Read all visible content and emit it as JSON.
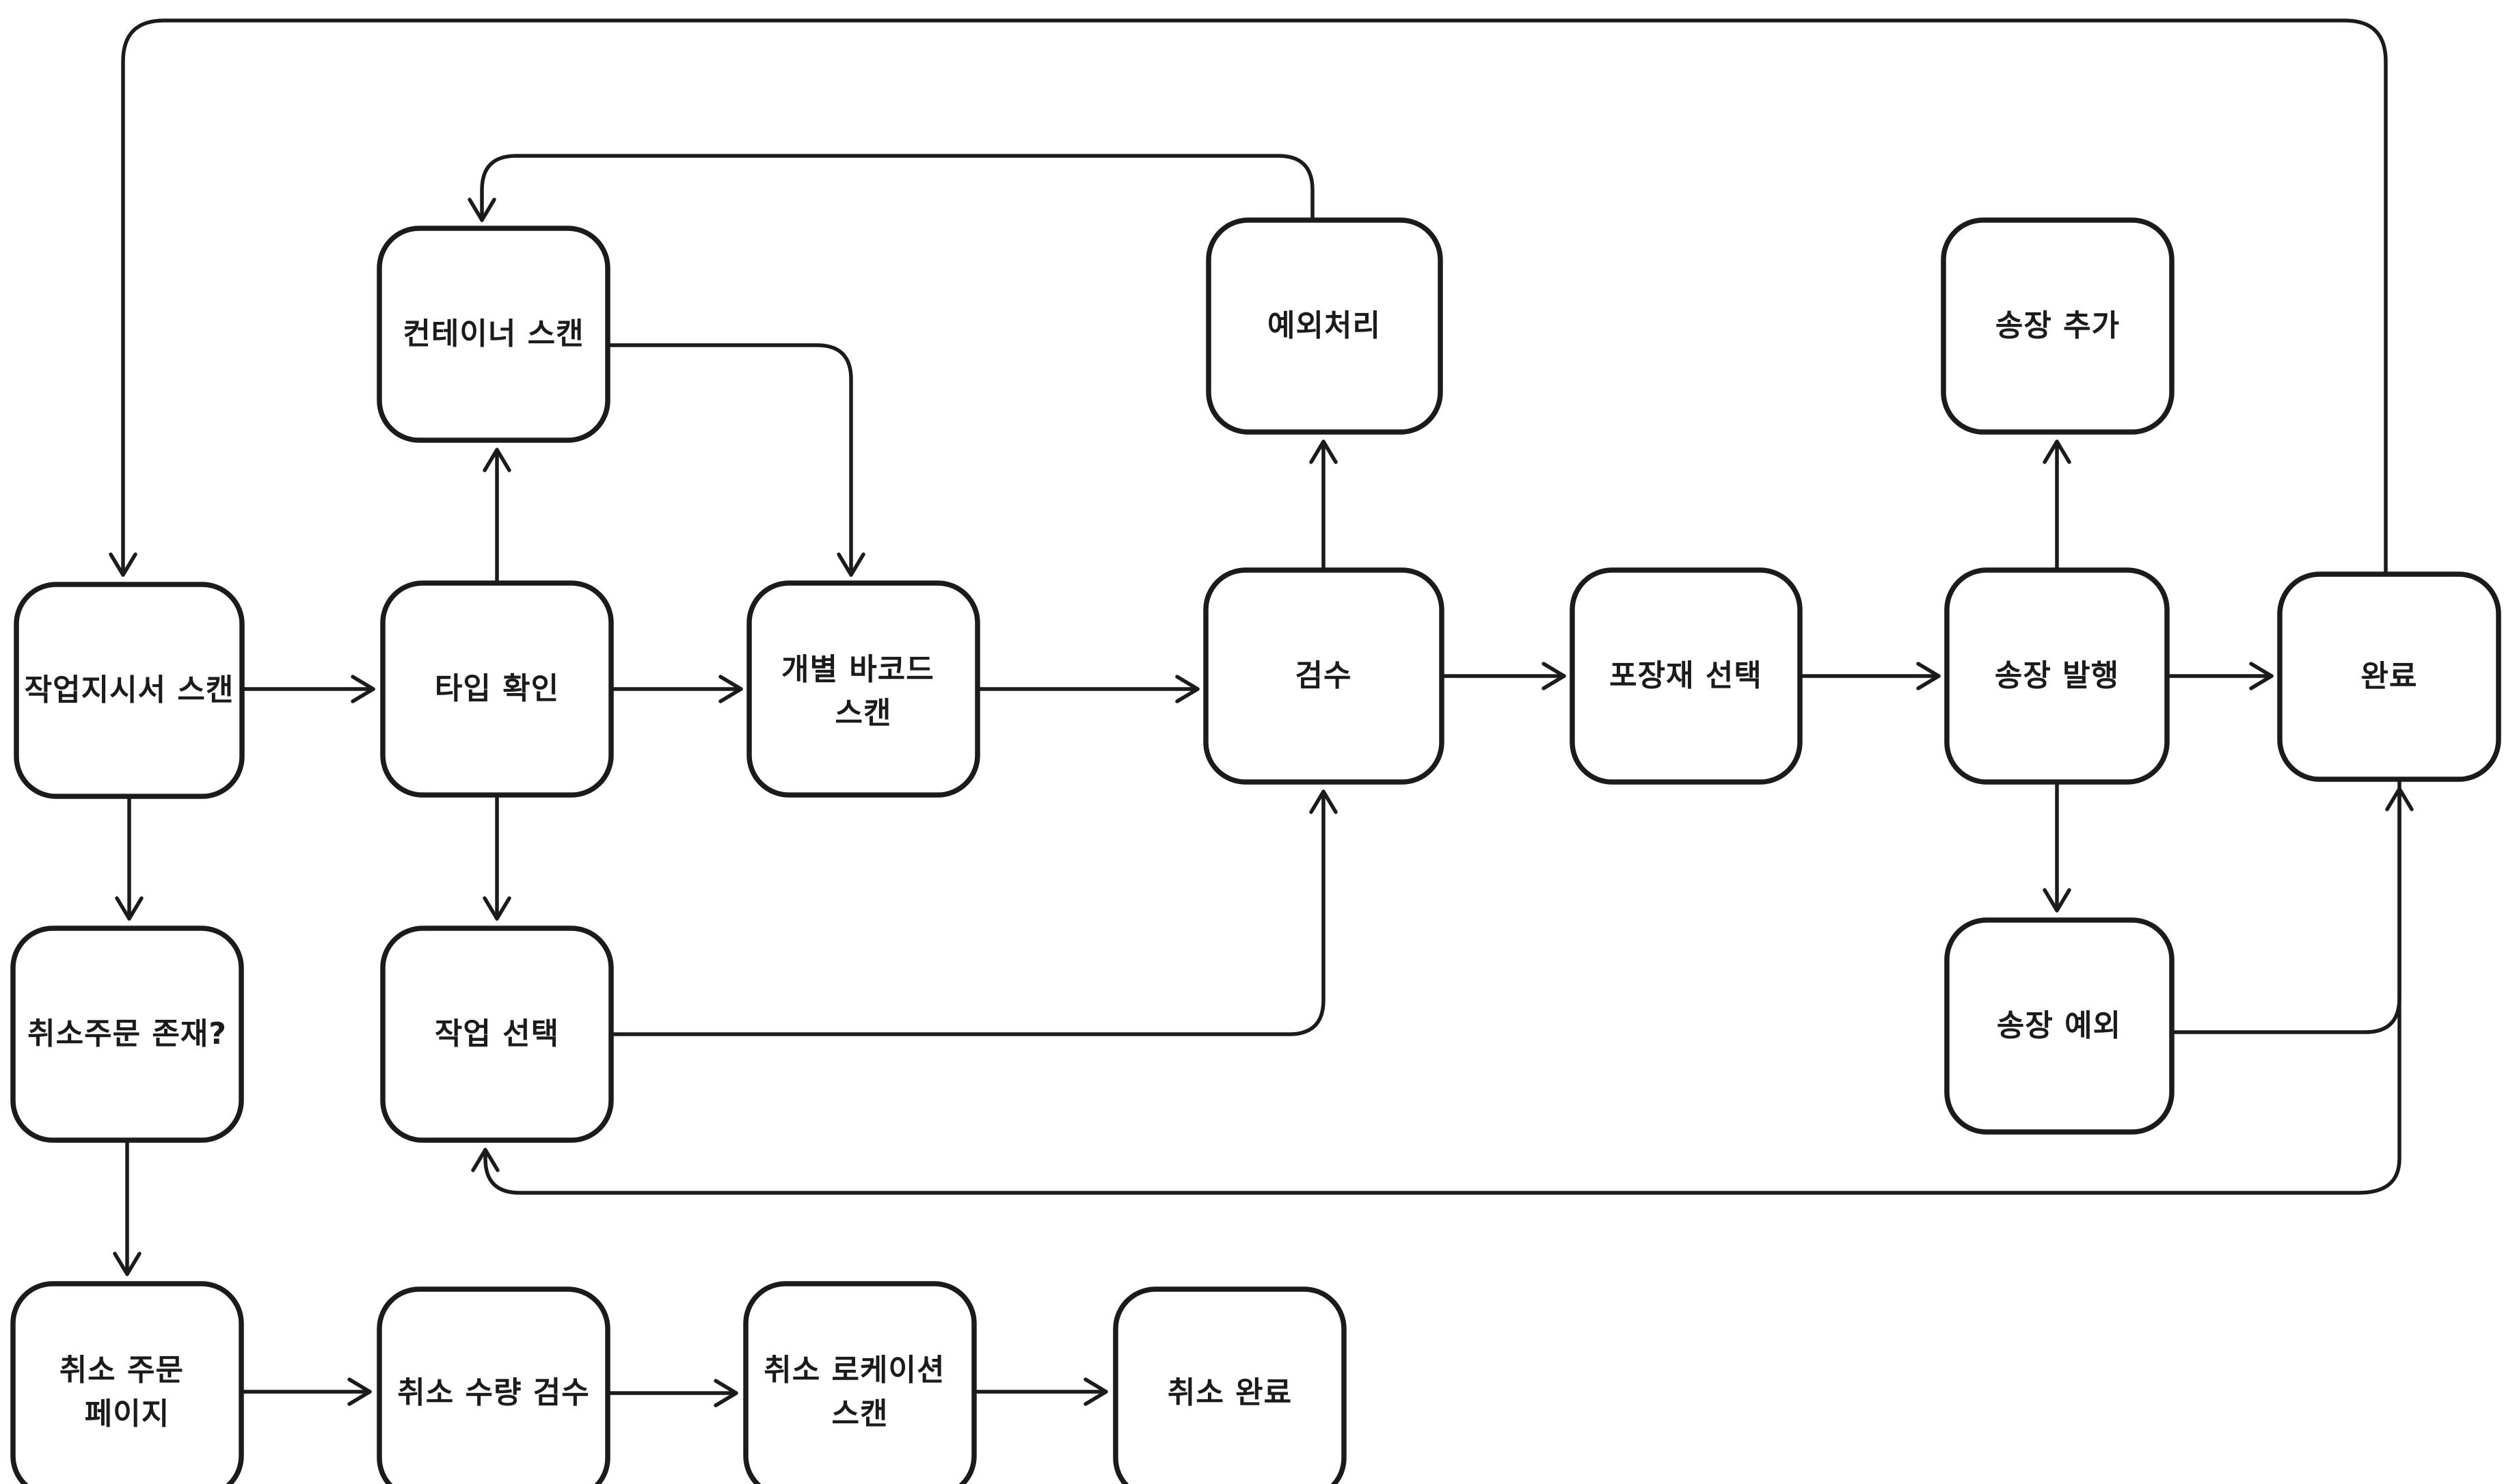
{
  "canvas": {
    "background_color": "#ffffff",
    "stroke_color": "#1b1b1b",
    "style": "hand-drawn flowchart"
  },
  "nodes": {
    "work_order_scan": {
      "label": "작업지시서 스캔"
    },
    "type_check": {
      "label": "타입 확인"
    },
    "container_scan": {
      "label": "컨테이너 스캔"
    },
    "barcode_scan": {
      "label1": "개별 바코드",
      "label2": "스캔"
    },
    "inspection": {
      "label": "검수"
    },
    "exception": {
      "label": "예외처리"
    },
    "packaging_select": {
      "label": "포장재 선택"
    },
    "invoice_add": {
      "label": "송장 추가"
    },
    "invoice_issue": {
      "label": "송장 발행"
    },
    "complete": {
      "label": "완료"
    },
    "invoice_exception": {
      "label": "송장 예외"
    },
    "cancel_order_exists": {
      "label": "취소주문 존재?"
    },
    "work_select": {
      "label": "작업 선택"
    },
    "cancel_order_page": {
      "label1": "취소 주문",
      "label2": "페이지"
    },
    "cancel_qty_inspection": {
      "label": "취소 수량 검수"
    },
    "cancel_location_scan": {
      "label1": "취소 로케이션",
      "label2": "스캔"
    },
    "cancel_complete": {
      "label": "취소 완료"
    }
  },
  "edges": [
    {
      "from": "work_order_scan",
      "to": "type_check"
    },
    {
      "from": "type_check",
      "to": "container_scan"
    },
    {
      "from": "container_scan",
      "to": "barcode_scan"
    },
    {
      "from": "type_check",
      "to": "barcode_scan"
    },
    {
      "from": "barcode_scan",
      "to": "inspection"
    },
    {
      "from": "inspection",
      "to": "exception"
    },
    {
      "from": "exception",
      "to": "container_scan"
    },
    {
      "from": "inspection",
      "to": "packaging_select"
    },
    {
      "from": "packaging_select",
      "to": "invoice_issue"
    },
    {
      "from": "invoice_issue",
      "to": "invoice_add"
    },
    {
      "from": "invoice_issue",
      "to": "complete"
    },
    {
      "from": "invoice_issue",
      "to": "invoice_exception"
    },
    {
      "from": "invoice_exception",
      "to": "complete"
    },
    {
      "from": "complete",
      "to": "work_order_scan"
    },
    {
      "from": "complete",
      "to": "work_select"
    },
    {
      "from": "work_order_scan",
      "to": "cancel_order_exists"
    },
    {
      "from": "type_check",
      "to": "work_select"
    },
    {
      "from": "work_select",
      "to": "inspection"
    },
    {
      "from": "cancel_order_exists",
      "to": "cancel_order_page"
    },
    {
      "from": "cancel_order_page",
      "to": "cancel_qty_inspection"
    },
    {
      "from": "cancel_qty_inspection",
      "to": "cancel_location_scan"
    },
    {
      "from": "cancel_location_scan",
      "to": "cancel_complete"
    }
  ]
}
